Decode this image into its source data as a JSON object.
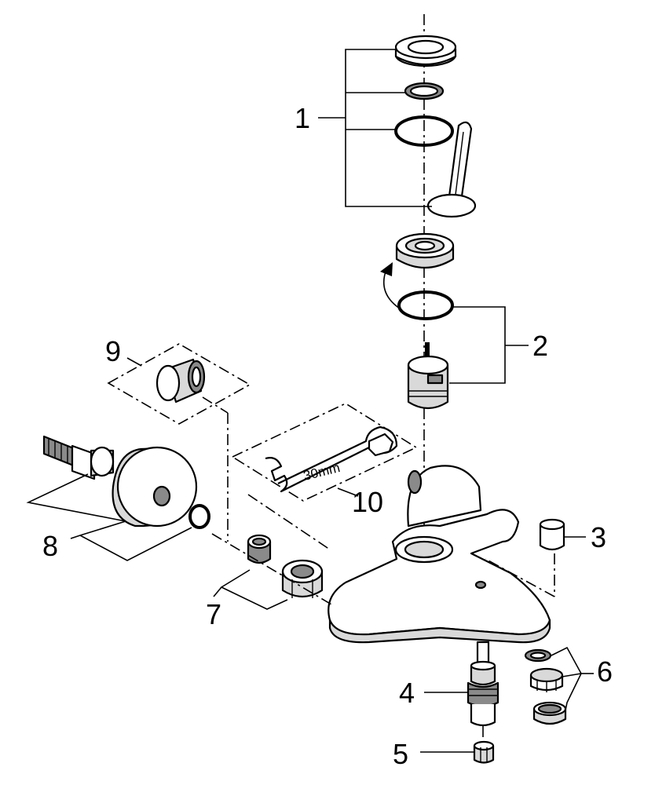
{
  "callouts": {
    "c1": "1",
    "c2": "2",
    "c3": "3",
    "c4": "4",
    "c5": "5",
    "c6": "6",
    "c7": "7",
    "c8": "8",
    "c9": "9",
    "c10": "10"
  },
  "wrench_size": "30mm"
}
